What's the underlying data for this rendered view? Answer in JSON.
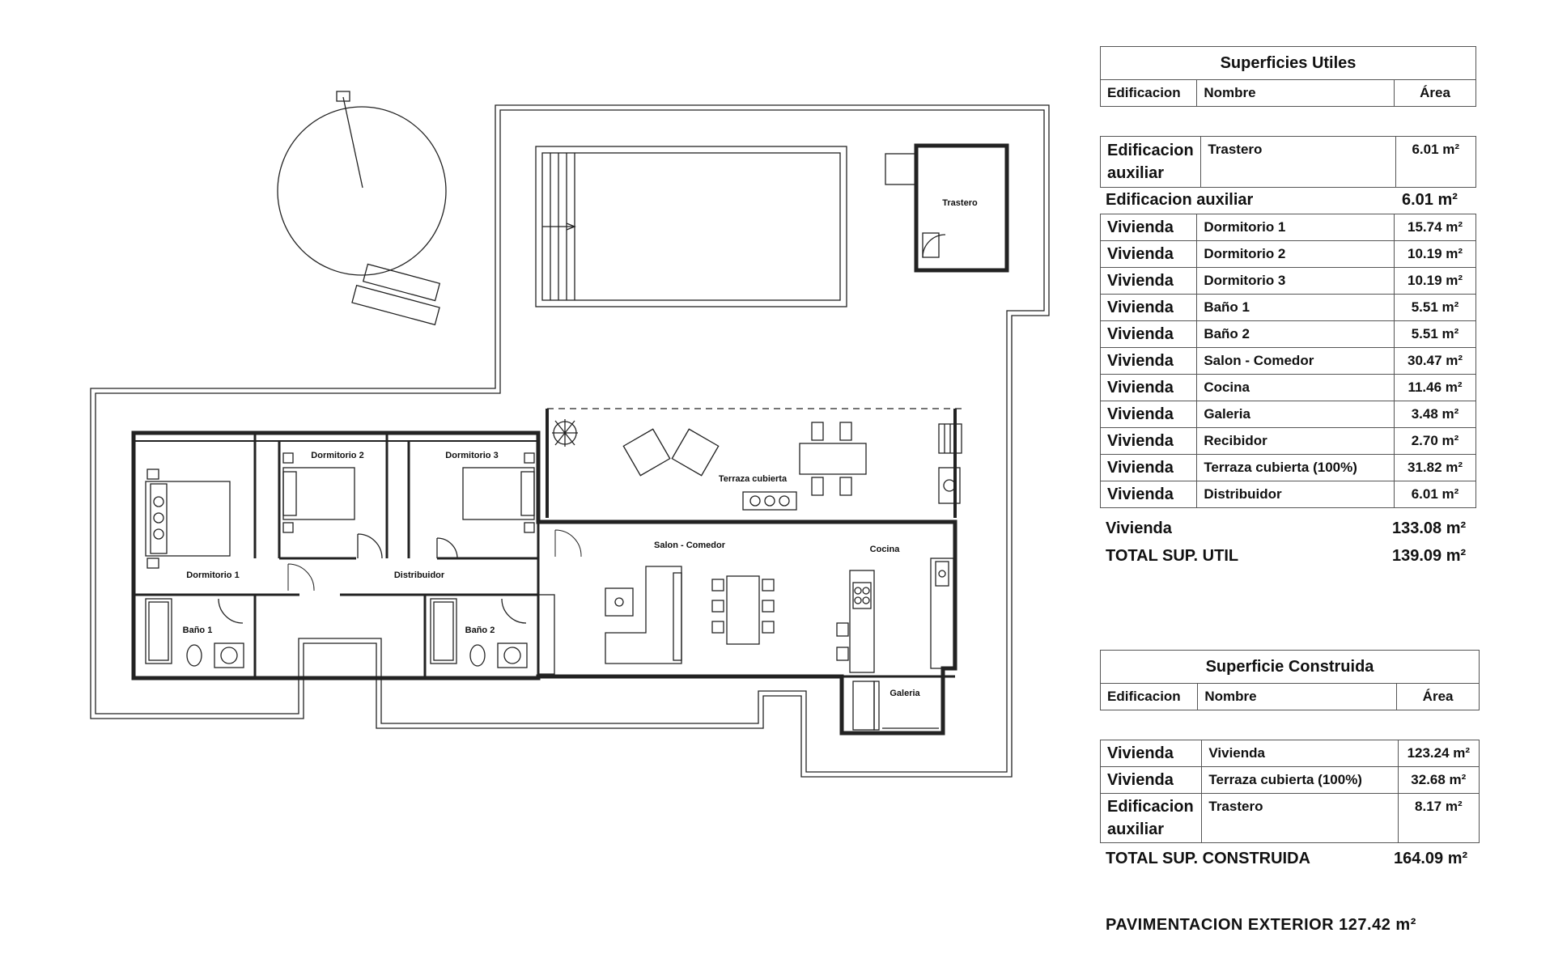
{
  "plan": {
    "rooms": {
      "trastero": "Trastero",
      "dormitorio2": "Dormitorio 2",
      "dormitorio3": "Dormitorio 3",
      "terraza": "Terraza cubierta",
      "dormitorio1": "Dormitorio 1",
      "distribuidor": "Distribuidor",
      "salon": "Salon - Comedor",
      "cocina": "Cocina",
      "bano1": "Baño 1",
      "bano2": "Baño 2",
      "galeria": "Galeria"
    }
  },
  "utiles": {
    "title": "Superficies Utiles",
    "headers": [
      "Edificacion",
      "Nombre",
      "Área"
    ],
    "aux_rows": [
      {
        "edif": "Edificacion auxiliar",
        "name": "Trastero",
        "area": "6.01 m²"
      }
    ],
    "aux_subtotal": {
      "label": "Edificacion auxiliar",
      "area": "6.01 m²"
    },
    "viv_rows": [
      {
        "edif": "Vivienda",
        "name": "Dormitorio 1",
        "area": "15.74 m²"
      },
      {
        "edif": "Vivienda",
        "name": "Dormitorio 2",
        "area": "10.19 m²"
      },
      {
        "edif": "Vivienda",
        "name": "Dormitorio 3",
        "area": "10.19 m²"
      },
      {
        "edif": "Vivienda",
        "name": "Baño 1",
        "area": "5.51 m²"
      },
      {
        "edif": "Vivienda",
        "name": "Baño 2",
        "area": "5.51 m²"
      },
      {
        "edif": "Vivienda",
        "name": "Salon - Comedor",
        "area": "30.47 m²"
      },
      {
        "edif": "Vivienda",
        "name": "Cocina",
        "area": "11.46 m²"
      },
      {
        "edif": "Vivienda",
        "name": "Galeria",
        "area": "3.48 m²"
      },
      {
        "edif": "Vivienda",
        "name": "Recibidor",
        "area": "2.70 m²"
      },
      {
        "edif": "Vivienda",
        "name": "Terraza cubierta (100%)",
        "area": "31.82 m²"
      },
      {
        "edif": "Vivienda",
        "name": "Distribuidor",
        "area": "6.01 m²"
      }
    ],
    "viv_subtotal": {
      "label": "Vivienda",
      "area": "133.08 m²"
    },
    "total": {
      "label": "TOTAL SUP. UTIL",
      "area": "139.09 m²"
    }
  },
  "construida": {
    "title": "Superficie Construida",
    "headers": [
      "Edificacion",
      "Nombre",
      "Área"
    ],
    "rows": [
      {
        "edif": "Vivienda",
        "name": "Vivienda",
        "area": "123.24 m²"
      },
      {
        "edif": "Vivienda",
        "name": "Terraza cubierta (100%)",
        "area": "32.68 m²"
      },
      {
        "edif": "Edificacion auxiliar",
        "name": "Trastero",
        "area": "8.17 m²"
      }
    ],
    "total": {
      "label": "TOTAL SUP. CONSTRUIDA",
      "area": "164.09 m²"
    }
  },
  "pavimentacion": "PAVIMENTACION EXTERIOR 127.42 m²"
}
